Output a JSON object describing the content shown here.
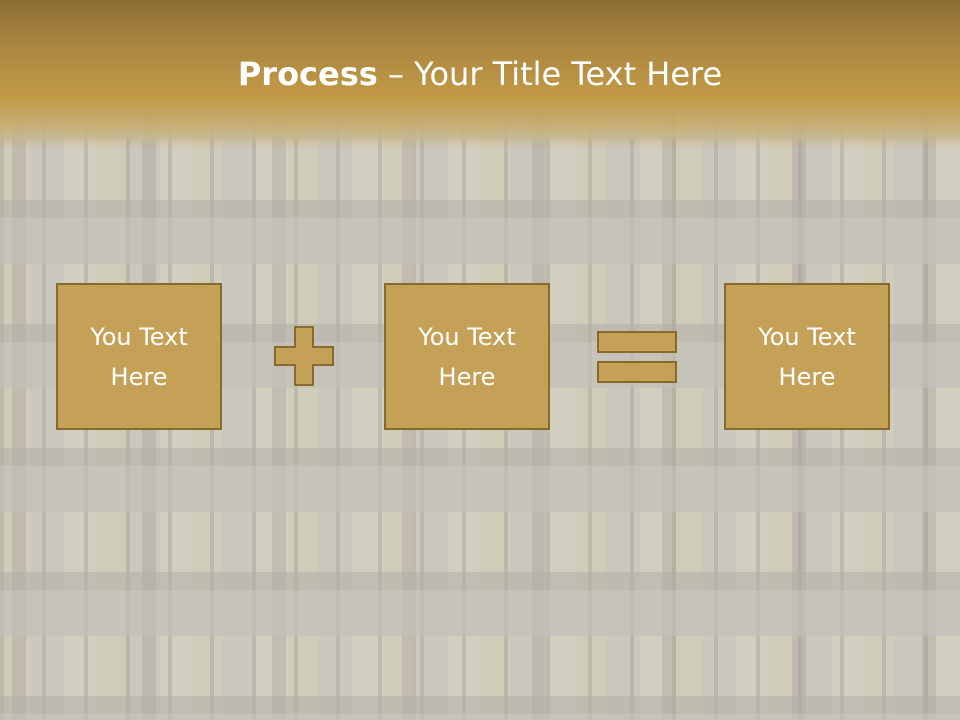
{
  "slide": {
    "title_bold": "Process",
    "title_rest": " – Your Title Text Here"
  },
  "process": {
    "boxes": [
      {
        "line1": "You Text",
        "line2": "Here"
      },
      {
        "line1": "You Text",
        "line2": "Here"
      },
      {
        "line1": "You Text",
        "line2": "Here"
      }
    ],
    "operators": [
      "plus-icon",
      "equals-icon"
    ]
  },
  "colors": {
    "accent_gold": "#c4a157",
    "border_gold": "#8a6a2a",
    "title_band": "#a9863f",
    "text": "#ffffff"
  }
}
